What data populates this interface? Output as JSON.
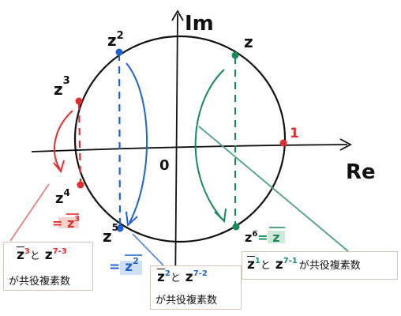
{
  "axes": {
    "real_label": "Re",
    "imag_label": "Im",
    "origin_label": "0"
  },
  "points": {
    "z1": {
      "label": "z"
    },
    "one": {
      "label": "1"
    },
    "z2": {
      "label": "z",
      "exp": "2"
    },
    "z3": {
      "label": "z",
      "exp": "3"
    },
    "z4": {
      "label": "z",
      "exp": "4",
      "eq": "= z",
      "eq_exp": "3",
      "eq_overline": true
    },
    "z5": {
      "label": "z",
      "exp": "5",
      "eq": "= z",
      "eq_exp": "2",
      "eq_overline": true
    },
    "z6": {
      "label": "z",
      "exp": "6",
      "eq": "= z",
      "eq_overline": true
    }
  },
  "notes": {
    "red": {
      "base_exp": "3",
      "conn": "と",
      "pow_exp": "7-3",
      "text": "が共役複素数"
    },
    "blue": {
      "base_exp": "2",
      "conn": "と",
      "pow_exp": "7-2",
      "text": "が共役複素数"
    },
    "green": {
      "base_exp": "1",
      "conn": "と",
      "pow_exp": "7-1",
      "text": "が共役複素数"
    }
  },
  "colors": {
    "red": "#e02d2d",
    "blue": "#1e62d4",
    "green": "#168a59",
    "black": "#111111",
    "highlight_red": "#f6d2cf",
    "highlight_blue": "#cfe0f6",
    "highlight_green": "#cfeadb",
    "box_border": "#d9c3b6"
  }
}
